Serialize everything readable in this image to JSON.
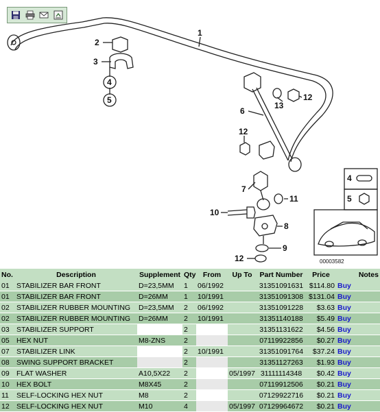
{
  "diagram": {
    "part_labels": [
      "1",
      "2",
      "3",
      "4",
      "5",
      "6",
      "12",
      "13",
      "12",
      "7",
      "11",
      "10",
      "8",
      "9",
      "12"
    ],
    "legend_labels": [
      "4",
      "5"
    ],
    "image_code": "00003582"
  },
  "toolbar": {
    "icons": [
      "save-icon",
      "print-icon",
      "email-icon",
      "export-icon"
    ]
  },
  "table": {
    "headers": [
      "No.",
      "Description",
      "Supplement",
      "Qty",
      "From",
      "Up To",
      "Part Number",
      "Price",
      "Notes"
    ],
    "buy_label": "Buy",
    "rows": [
      {
        "no": "01",
        "desc": "STABILIZER BAR FRONT",
        "sup": "D=23,5MM",
        "qty": "1",
        "from": "06/1992",
        "upto": "",
        "part": "31351091631",
        "price": "$114.80"
      },
      {
        "no": "01",
        "desc": "STABILIZER BAR FRONT",
        "sup": "D=26MM",
        "qty": "1",
        "from": "10/1991",
        "upto": "",
        "part": "31351091308",
        "price": "$131.04"
      },
      {
        "no": "02",
        "desc": "STABILIZER RUBBER MOUNTING",
        "sup": "D=23,5MM",
        "qty": "2",
        "from": "06/1992",
        "upto": "",
        "part": "31351091228",
        "price": "$3.63"
      },
      {
        "no": "02",
        "desc": "STABILIZER RUBBER MOUNTING",
        "sup": "D=26MM",
        "qty": "2",
        "from": "10/1991",
        "upto": "",
        "part": "31351140188",
        "price": "$5.49"
      },
      {
        "no": "03",
        "desc": "STABILIZER SUPPORT",
        "sup": "",
        "qty": "2",
        "from": "",
        "upto": "",
        "part": "31351131622",
        "price": "$4.56"
      },
      {
        "no": "05",
        "desc": "HEX NUT",
        "sup": "M8-ZNS",
        "qty": "2",
        "from": "",
        "upto": "",
        "part": "07119922856",
        "price": "$0.27"
      },
      {
        "no": "07",
        "desc": "STABILIZER LINK",
        "sup": "",
        "qty": "2",
        "from": "10/1991",
        "upto": "",
        "part": "31351091764",
        "price": "$37.24"
      },
      {
        "no": "08",
        "desc": "SWING SUPPORT BRACKET",
        "sup": "",
        "qty": "2",
        "from": "",
        "upto": "",
        "part": "31351127263",
        "price": "$1.93"
      },
      {
        "no": "09",
        "desc": "FLAT WASHER",
        "sup": "A10,5X22",
        "qty": "2",
        "from": "",
        "upto": "05/1997",
        "part": "31111114348",
        "price": "$0.42"
      },
      {
        "no": "10",
        "desc": "HEX BOLT",
        "sup": "M8X45",
        "qty": "2",
        "from": "",
        "upto": "",
        "part": "07119912506",
        "price": "$0.21"
      },
      {
        "no": "11",
        "desc": "SELF-LOCKING HEX NUT",
        "sup": "M8",
        "qty": "2",
        "from": "",
        "upto": "",
        "part": "07129922716",
        "price": "$0.21"
      },
      {
        "no": "12",
        "desc": "SELF-LOCKING HEX NUT",
        "sup": "M10",
        "qty": "4",
        "from": "",
        "upto": "05/1997",
        "part": "07129964672",
        "price": "$0.21"
      }
    ]
  }
}
